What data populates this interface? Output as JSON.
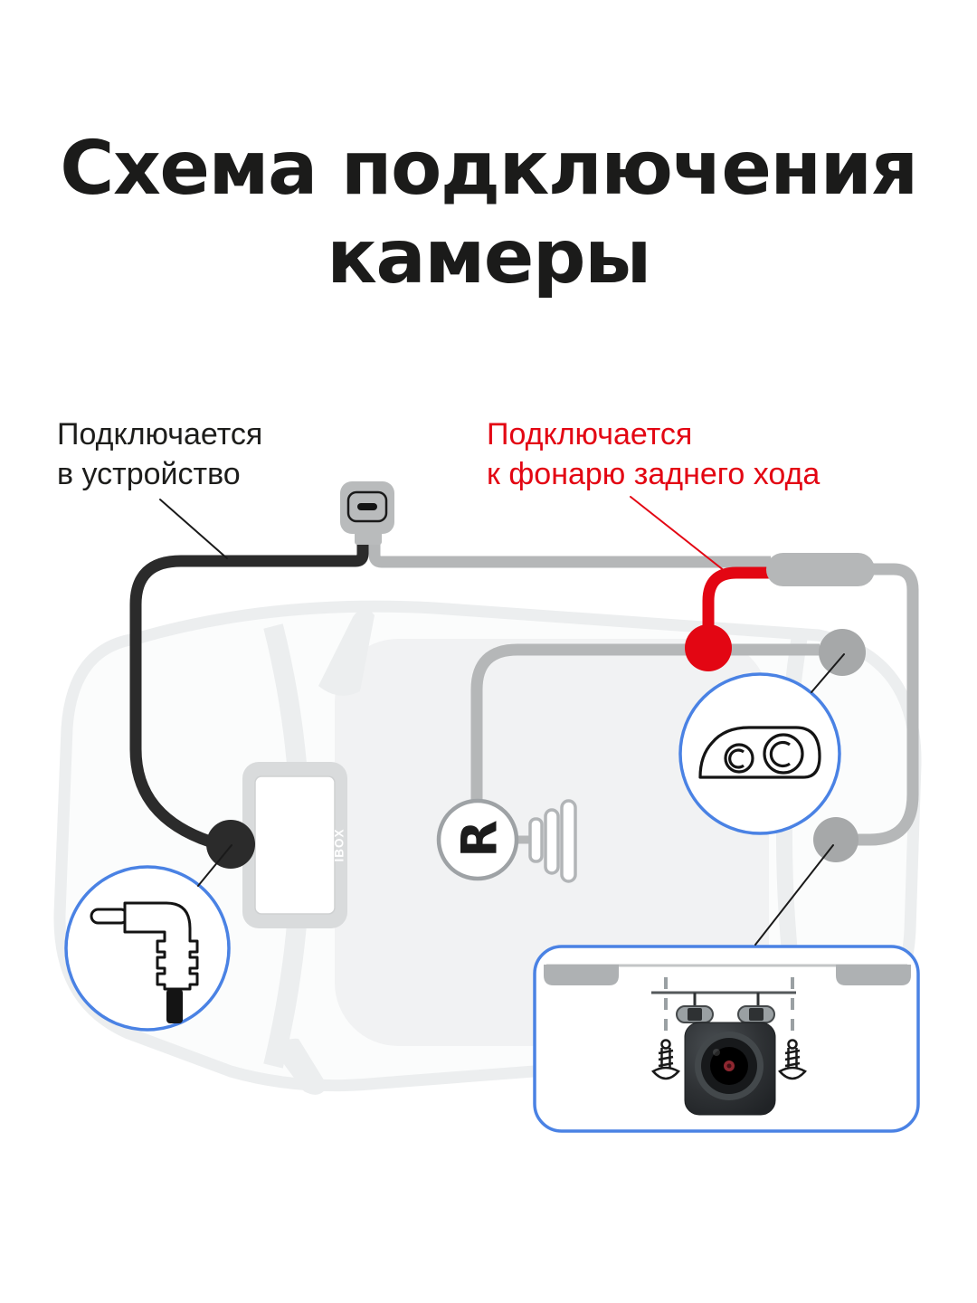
{
  "title": {
    "line1": "Схема подключения",
    "line2": "камеры"
  },
  "callout_labels": {
    "device": {
      "line1": "Подключается",
      "line2": "в устройство"
    },
    "reverse_lamp": {
      "line1": "Подключается",
      "line2": "к фонарю заднего хода"
    }
  },
  "diagram": {
    "device_brand": "IBOX",
    "gear_letter": "R",
    "colors": {
      "red": "#e30613",
      "blue": "#4a82e4",
      "cable_gray": "#b5b7b8",
      "node_gray": "#a6a8a9",
      "cable_black": "#2b2b2b",
      "device_bezel": "#d9dbdc",
      "car_silhouette": "#eef0f1"
    }
  }
}
